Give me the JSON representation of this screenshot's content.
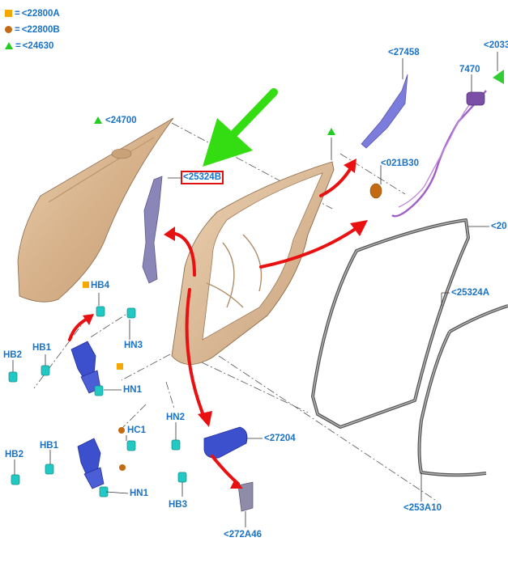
{
  "legend": [
    {
      "symbol": "square",
      "color": "#f5a800",
      "eq": "=",
      "text": "<22800A"
    },
    {
      "symbol": "circle",
      "color": "#c46a12",
      "eq": "=",
      "text": "<22800B"
    },
    {
      "symbol": "triangle",
      "color": "#22cc22",
      "eq": "=",
      "text": "<24630"
    }
  ],
  "callouts": {
    "outer_panel": "<24700",
    "reinforcement": "<25324B",
    "glass_run": "<27458",
    "regulator_motor": "7470",
    "cable_top": "<2033",
    "cable_end": "<021B30",
    "weatherstrip_outer": "<20",
    "weatherstrip_inner": "<25324A",
    "seal_bottom": "<253A10",
    "hinge_bolt_hb4": "HB4",
    "hinge_bolt_hb1_upper": "HB1",
    "hinge_bolt_hb2_upper": "HB2",
    "hinge_nut_hn3": "HN3",
    "hinge_nut_hn1_upper": "HN1",
    "hinge_bolt_hb1_lower": "HB1",
    "hinge_bolt_hb2_lower": "HB2",
    "hinge_clip_hc1": "HC1",
    "hinge_nut_hn1_lower": "HN1",
    "check_nut_hn2": "HN2",
    "check_bolt_hb3": "HB3",
    "check_strap": "<27204",
    "check_cover": "<272A46"
  },
  "colors": {
    "label": "#1a73c8",
    "arrow_red": "#e81010",
    "arrow_green": "#33dd11",
    "panel": "#d9b892",
    "bracket": "#3c4fcc",
    "fastener": "#22c9c4",
    "seal": "#666666"
  }
}
